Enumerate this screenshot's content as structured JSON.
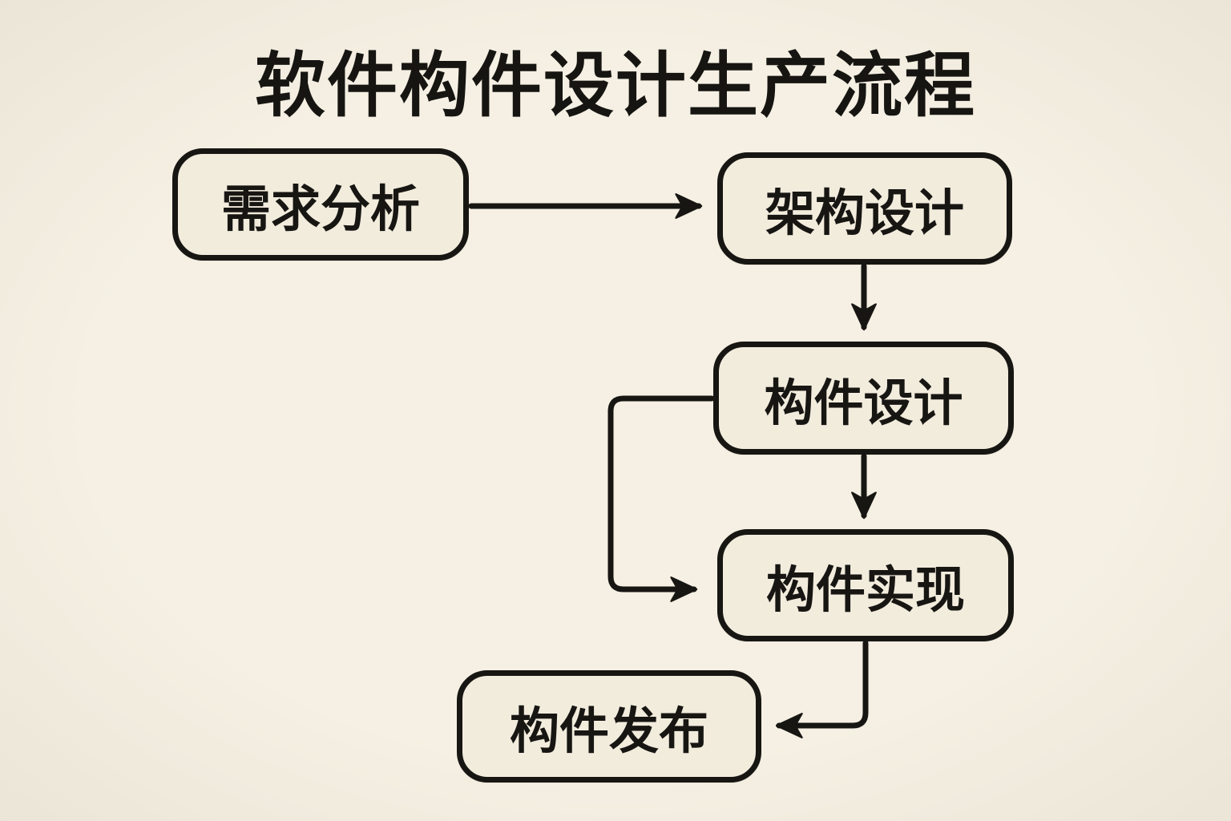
{
  "diagram": {
    "title": "软件构件设计生产流程",
    "nodes": [
      {
        "id": "requirements-analysis",
        "label": "需求分析"
      },
      {
        "id": "architecture-design",
        "label": "架构设计"
      },
      {
        "id": "component-design",
        "label": "构件设计"
      },
      {
        "id": "component-implementation",
        "label": "构件实现"
      },
      {
        "id": "component-release",
        "label": "构件发布"
      }
    ],
    "edges": [
      {
        "from": "requirements-analysis",
        "to": "architecture-design",
        "style": "straight-right"
      },
      {
        "from": "architecture-design",
        "to": "component-design",
        "style": "straight-down"
      },
      {
        "from": "component-design",
        "to": "component-implementation",
        "style": "straight-down"
      },
      {
        "from": "component-design",
        "to": "component-implementation",
        "style": "left-side-loop"
      },
      {
        "from": "component-implementation",
        "to": "component-release",
        "style": "down-then-left"
      }
    ],
    "colors": {
      "background": "#f5f0e3",
      "node_fill": "#f2ecdd",
      "stroke": "#171613"
    }
  }
}
